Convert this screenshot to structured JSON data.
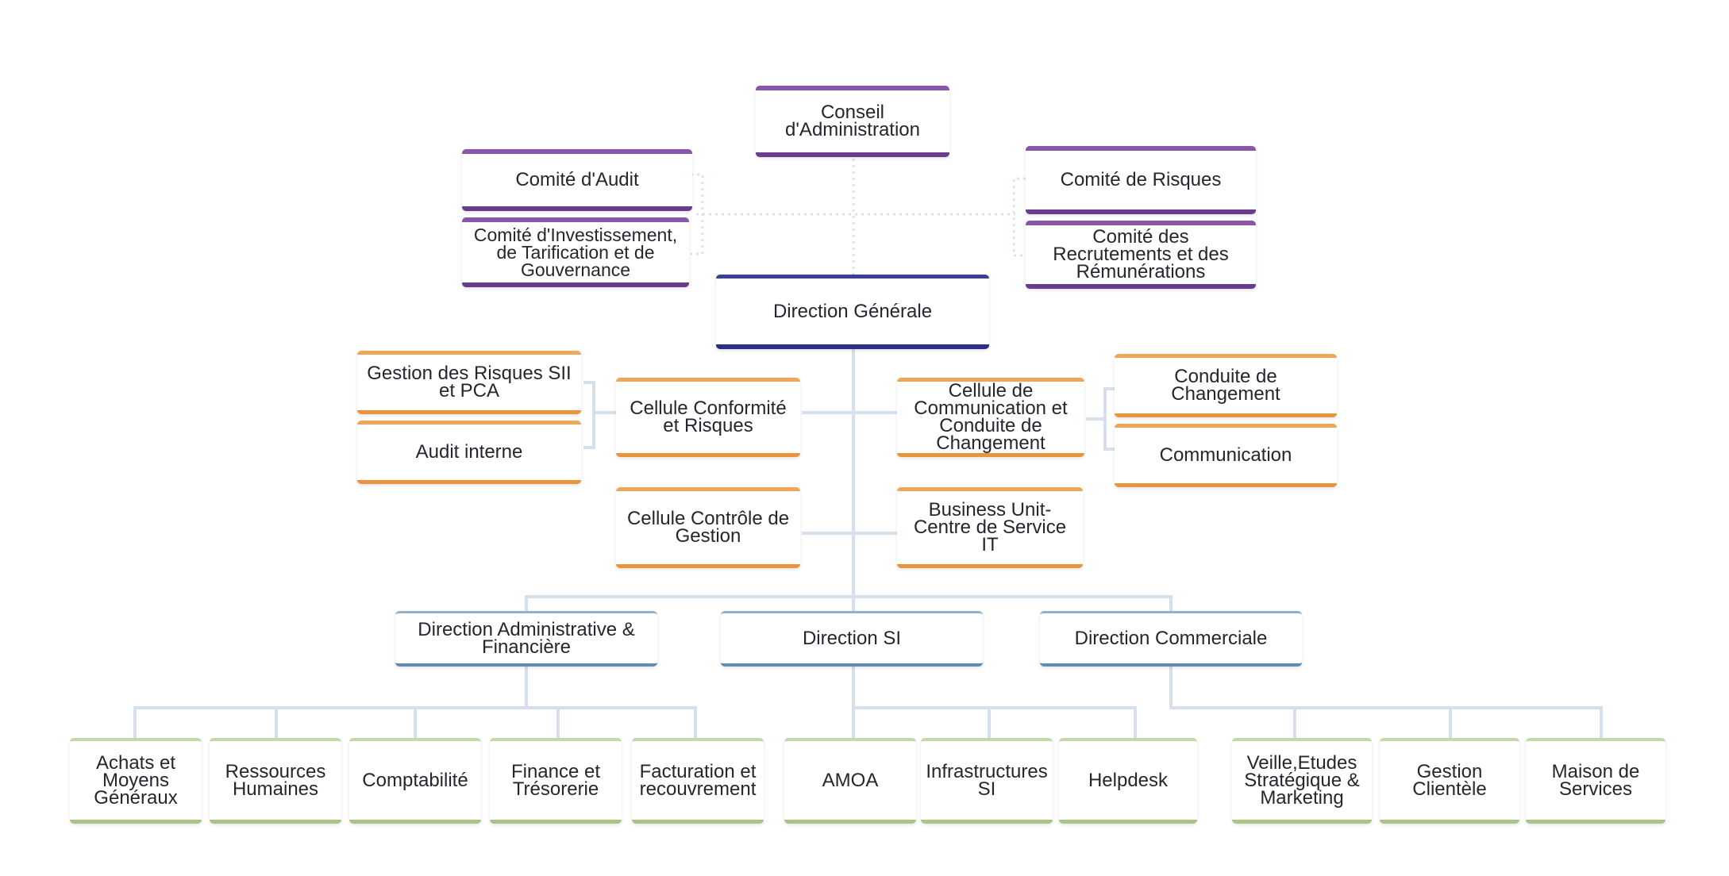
{
  "board": {
    "conseil": "Conseil d'Administration",
    "comite_audit": "Comité d'Audit",
    "comite_investissement": "Comité d'Investissement, de Tarification et de Gouvernance",
    "comite_risques": "Comité de Risques",
    "comite_recrutements": "Comité des Recrutements et des Rémunérations"
  },
  "direction_generale": "Direction Générale",
  "staff": {
    "gestion_risques": "Gestion des Risques SII et PCA",
    "audit_interne": "Audit interne",
    "cellule_conformite": "Cellule Conformité et Risques",
    "cellule_communication": "Cellule de Communication et Conduite de Changement",
    "conduite_changement": "Conduite de Changement",
    "communication": "Communication",
    "cellule_controle": "Cellule Contrôle de Gestion",
    "business_unit": "Business Unit-Centre de Service IT"
  },
  "directions": {
    "daf": "Direction Administrative & Financière",
    "dsi": "Direction SI",
    "commerciale": "Direction Commerciale"
  },
  "departments": {
    "achats": "Achats et Moyens Généraux",
    "rh": "Ressources Humaines",
    "comptabilite": "Comptabilité",
    "finance": "Finance et Trésorerie",
    "facturation": "Facturation et recouvrement",
    "amoa": "AMOA",
    "infrastructures": "Infrastructures SI",
    "helpdesk": "Helpdesk",
    "veille": "Veille,Etudes Stratégique & Marketing",
    "gestion_clientele": "Gestion Clientèle",
    "maison_services": "Maison de Services"
  },
  "colors": {
    "board": "#7a4a9e",
    "direction_generale": "#2b2f88",
    "staff": "#e9943d",
    "directions": "#5f8db5",
    "departments": "#a7c585",
    "connector": "#cfdceb"
  }
}
